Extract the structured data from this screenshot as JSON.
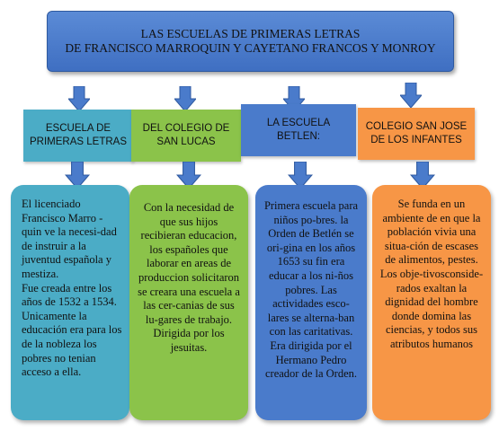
{
  "title": {
    "line1": "LAS ESCUELAS DE PRIMERAS LETRAS",
    "line2": "DE FRANCISCO MARROQUIN Y CAYETANO FRANCOS Y MONROY"
  },
  "colors": {
    "title_bg": "#4a7bcb",
    "arrow": "#4a7bcb",
    "col1_head": "#4bacc6",
    "col2_head": "#8bc34a",
    "col3_head": "#4a7bcb",
    "col4_head": "#f79646",
    "col1_body": "#4bacc6",
    "col2_body": "#8bc34a",
    "col3_body": "#4a7bcb",
    "col4_body": "#f79646"
  },
  "columns": [
    {
      "header": [
        "ESCUELA DE",
        "PRIMERAS LETRAS"
      ],
      "body": [
        "El licenciado Francisco Marro -quin ve la necesi-dad de instruir a la juventud española y mestiza.",
        "Fue creada entre los años de 1532 a 1534. Unicamente la educación era para los de la nobleza los pobres no tenian acceso a ella."
      ]
    },
    {
      "header": [
        "DEL COLEGIO DE",
        "SAN LUCAS"
      ],
      "body": [
        "Con la necesidad de que sus hijos recibieran educacion, los españoles que laborar en areas de produccion solicitaron se creara una escuela a las cer-canias de sus lu-gares de trabajo.",
        "Dirigida por los jesuitas."
      ]
    },
    {
      "header": [
        "LA ESCUELA BETLEN:"
      ],
      "body": [
        "Primera escuela para niños po-bres. la Orden de Betlén se ori-gina en los años 1653 su fin era educar a los ni-ños pobres. Las actividades esco-lares se alterna-ban con las caritativas. Era dirigida por el Hermano Pedro creador de la Orden."
      ]
    },
    {
      "header": [
        "COLEGIO SAN JOSE",
        "DE LOS INFANTES"
      ],
      "body": [
        "Se funda en un ambiente de en que la población vivia una situa-ción de escases de alimentos, pestes.",
        "Los obje-tivosconside-rados exaltan la dignidad del hombre donde domina las ciencias, y todos sus atributos humanos"
      ]
    }
  ]
}
